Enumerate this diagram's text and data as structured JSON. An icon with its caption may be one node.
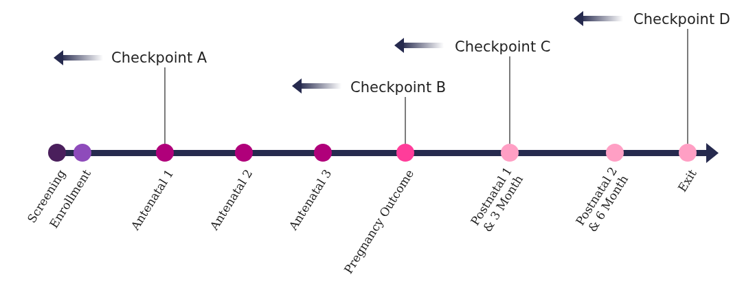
{
  "diagram": {
    "nodes": [
      {
        "text": [
          "Checkpoint A"
        ]
      },
      {
        "text": [
          "Checkpoint B"
        ]
      },
      {
        "text": [
          "Checkpoint C"
        ]
      },
      {
        "text": [
          "Checkpoint D"
        ]
      },
      {
        "text": [],
        "shape": "circle",
        "beside": [
          "Screening"
        ]
      },
      {
        "text": [],
        "shape": "circle",
        "beside": [
          "Enrollment"
        ]
      },
      {
        "text": [],
        "shape": "circle",
        "beside": [
          "Antenatal 1"
        ]
      },
      {
        "text": [],
        "shape": "circle",
        "beside": [
          "Antenatal 2"
        ]
      },
      {
        "text": [],
        "shape": "circle",
        "beside": [
          "Antenatal 3"
        ]
      },
      {
        "text": [],
        "shape": "circle",
        "beside": [
          "Pregnancy Outcome"
        ]
      },
      {
        "text": [],
        "shape": "circle",
        "beside": [
          "Postnatal 1 & 3 Month"
        ]
      },
      {
        "text": [],
        "shape": "circle",
        "beside": [
          "Postnatal 2 & 6 Month"
        ]
      },
      {
        "text": [],
        "shape": "circle",
        "beside": [
          "Exit"
        ]
      }
    ],
    "edges": [
      {
        "from": 0,
        "to": 6,
        "arrow": "none"
      },
      {
        "from": 1,
        "to": 9,
        "arrow": "none"
      },
      {
        "from": 2,
        "to": 10,
        "arrow": "none"
      },
      {
        "from": 3,
        "to": 12,
        "arrow": "none"
      }
    ]
  }
}
